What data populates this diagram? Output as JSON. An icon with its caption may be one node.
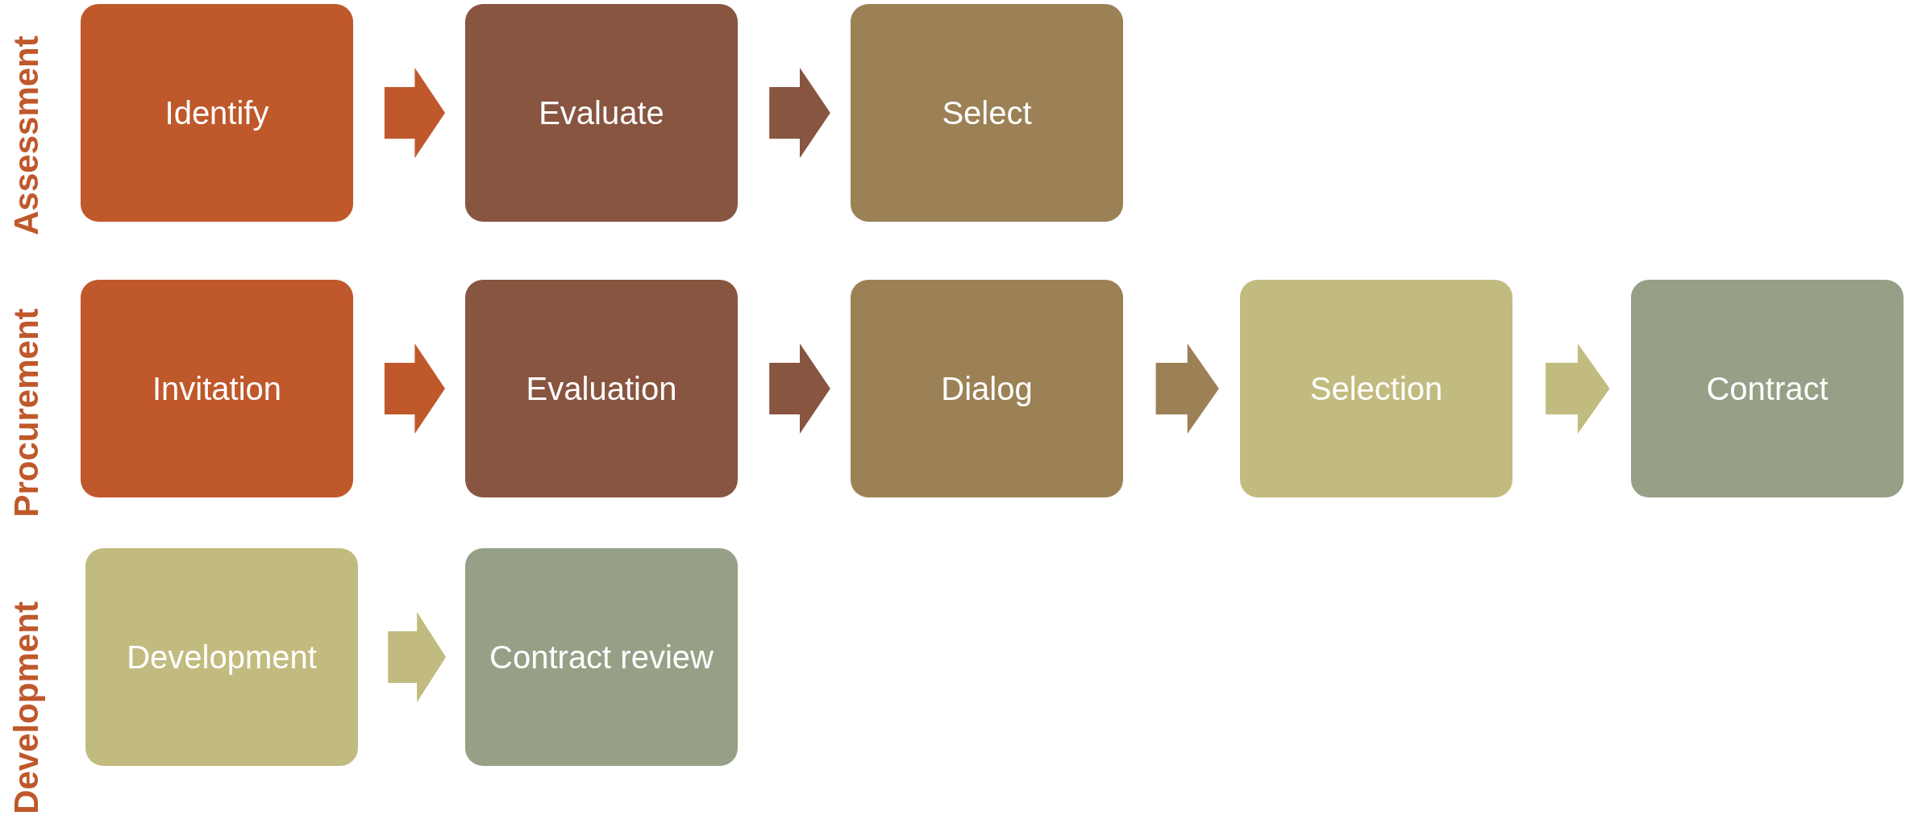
{
  "diagram": {
    "nodes": [
      {
        "text": [
          "Identify"
        ]
      },
      {
        "text": [
          "Evaluate"
        ]
      },
      {
        "text": [
          "Select"
        ]
      },
      {
        "text": [
          "Invitation"
        ]
      },
      {
        "text": [
          "Evaluation"
        ]
      },
      {
        "text": [
          "Dialog"
        ]
      },
      {
        "text": [
          "Selection"
        ]
      },
      {
        "text": [
          "Contract"
        ]
      },
      {
        "text": [
          "Development"
        ]
      },
      {
        "text": [
          "Contract review"
        ]
      }
    ],
    "edges": [
      {
        "from": 0,
        "to": 1,
        "arrow": "to",
        "color": "#bf582b"
      },
      {
        "from": 1,
        "to": 2,
        "arrow": "to",
        "color": "#875540"
      },
      {
        "from": 3,
        "to": 4,
        "arrow": "to",
        "color": "#bf582b"
      },
      {
        "from": 4,
        "to": 5,
        "arrow": "to",
        "color": "#875540"
      },
      {
        "from": 5,
        "to": 6,
        "arrow": "to",
        "color": "#9c8156"
      },
      {
        "from": 6,
        "to": 7,
        "arrow": "to",
        "color": "#c2bb7f"
      },
      {
        "from": 8,
        "to": 9,
        "arrow": "to",
        "color": "#c2bb7f"
      }
    ],
    "labels": [
      "Assessment",
      "Procurement",
      "Development"
    ]
  }
}
